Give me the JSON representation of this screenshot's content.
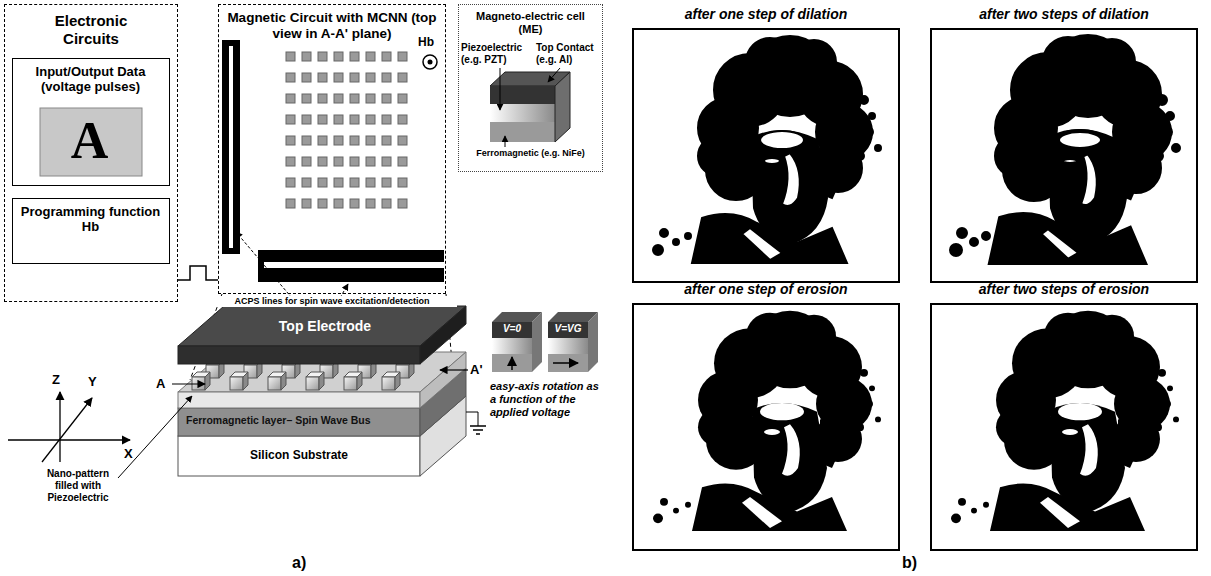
{
  "diagram": {
    "nodes": [
      {
        "text": [
          "Electronic Circuits"
        ]
      },
      {
        "text": [
          "Input/Output Data (voltage pulses)",
          "A"
        ],
        "in": 0
      },
      {
        "text": [
          "Programming function",
          "Hb"
        ],
        "in": 0
      },
      {
        "text": [
          "Magnetic Circuit with MCNN (top view in A-A' plane)"
        ]
      },
      {
        "text": [
          "Magneto-electric cell (ME)"
        ]
      },
      {
        "text": [
          "after one step of dilation"
        ]
      },
      {
        "text": [
          "after two steps of dilation"
        ]
      },
      {
        "text": [
          "after one step of erosion"
        ]
      },
      {
        "text": [
          "after two steps of erosion"
        ]
      }
    ],
    "edges": [
      {
        "from": 0,
        "to": 3,
        "arrow": "none"
      }
    ],
    "labels": [
      "a)",
      "b)",
      "Hb",
      "ACPS lines for spin wave excitation/detection",
      "Piezoelectric (e.g. PZT)",
      "Top Contact (e.g. Al)",
      "Ferromagnetic (e.g. NiFe)",
      "Top Electrode",
      "Z",
      "Y",
      "X",
      "A",
      "A'",
      "Nano-pattern filled with Piezoelectric",
      "Ferromagnetic layer– Spin Wave Bus",
      "Silicon Substrate",
      "V=0",
      "V=VG",
      "easy-axis rotation as a function of the applied voltage"
    ]
  }
}
